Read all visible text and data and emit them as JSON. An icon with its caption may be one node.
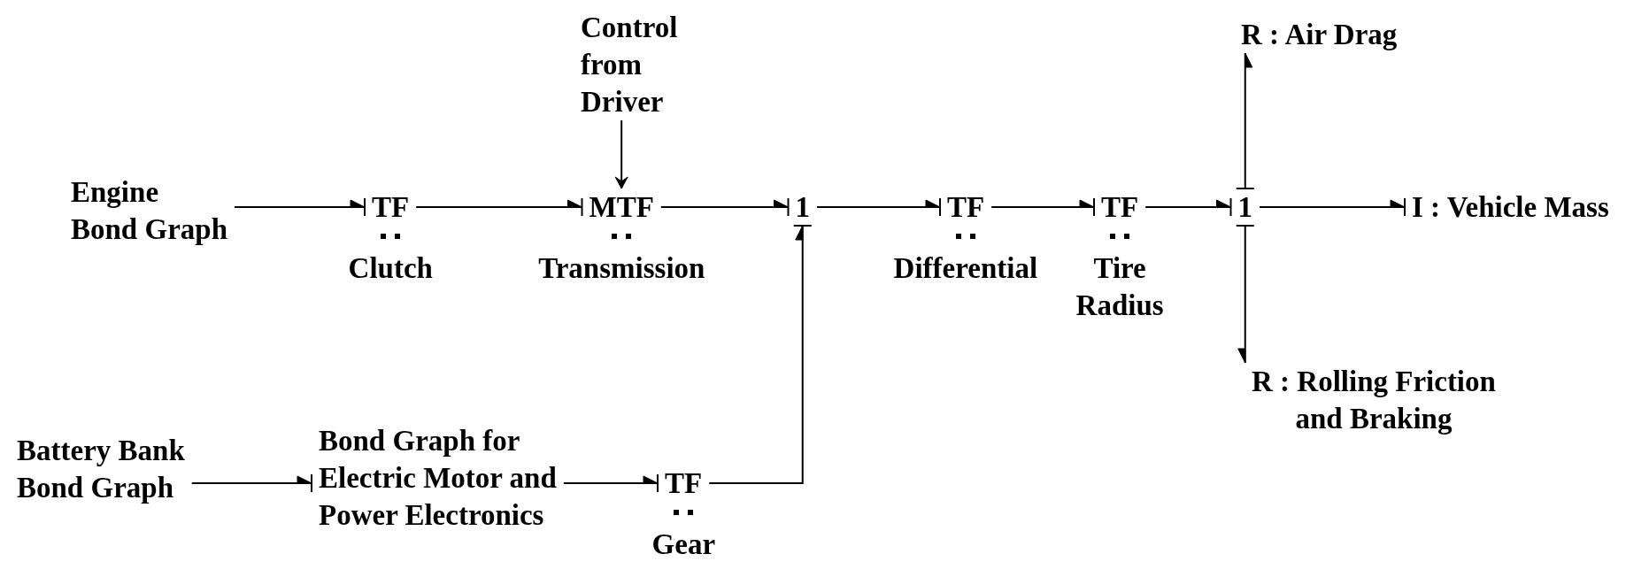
{
  "diagram": {
    "nodes": [
      {
        "text": [
          "Control from Driver"
        ]
      },
      {
        "text": [
          "Engine Bond Graph"
        ]
      },
      {
        "text": [
          "TF"
        ],
        "beside": [
          "Clutch"
        ]
      },
      {
        "text": [
          "MTF"
        ],
        "beside": [
          "Transmission"
        ]
      },
      {
        "text": [
          "1"
        ]
      },
      {
        "text": [
          "TF"
        ],
        "beside": [
          "Differential"
        ]
      },
      {
        "text": [
          "TF"
        ],
        "beside": [
          "Tire Radius"
        ]
      },
      {
        "text": [
          "1"
        ]
      },
      {
        "text": [
          "R : Air Drag"
        ]
      },
      {
        "text": [
          "I : Vehicle Mass"
        ]
      },
      {
        "text": [
          "R : Rolling Friction and Braking"
        ]
      },
      {
        "text": [
          "Battery Bank Bond Graph"
        ]
      },
      {
        "text": [
          "Bond Graph for Electric Motor and Power Electronics"
        ]
      },
      {
        "text": [
          "TF"
        ],
        "beside": [
          "Gear"
        ]
      }
    ],
    "edges": [
      {
        "from": 1,
        "to": 2,
        "arrow": "to"
      },
      {
        "from": 2,
        "to": 3,
        "arrow": "to"
      },
      {
        "from": 0,
        "to": 3,
        "arrow": "to"
      },
      {
        "from": 3,
        "to": 4,
        "arrow": "to"
      },
      {
        "from": 4,
        "to": 5,
        "arrow": "to"
      },
      {
        "from": 5,
        "to": 6,
        "arrow": "to"
      },
      {
        "from": 6,
        "to": 7,
        "arrow": "to"
      },
      {
        "from": 7,
        "to": 8,
        "arrow": "to"
      },
      {
        "from": 7,
        "to": 9,
        "arrow": "to"
      },
      {
        "from": 7,
        "to": 10,
        "arrow": "to"
      },
      {
        "from": 11,
        "to": 12,
        "arrow": "to"
      },
      {
        "from": 12,
        "to": 13,
        "arrow": "to"
      },
      {
        "from": 13,
        "to": 4,
        "arrow": "to"
      }
    ]
  }
}
